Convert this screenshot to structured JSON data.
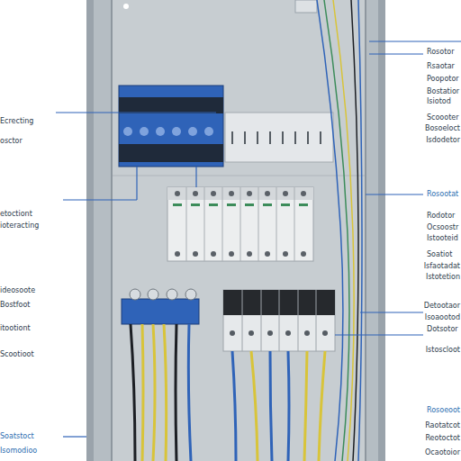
{
  "diagram": {
    "labels": [
      "Ecrecting",
      "osctor",
      "etoctiont",
      "ioteracting",
      "ideosoote",
      "Bostfoot",
      "itootiont",
      "Scootioot",
      "Soatstoct",
      "Isomodioo",
      "Rosotor",
      "Rsaotar",
      "Poopotor",
      "Bostatior",
      "Isiotod",
      "Scoooter",
      "Bosoeloct",
      "Isdodetor",
      "Rosootat",
      "Rodotor",
      "Ocsoostr",
      "Istooteid",
      "Soatiot",
      "Isfaotadat",
      "Istotetion",
      "Detootaor",
      "Isoaootod",
      "Dotsotor",
      "Istoscloot",
      "Rosoeoot",
      "Raotatcot",
      "Reotoctot",
      "Ocaotoior"
    ]
  }
}
